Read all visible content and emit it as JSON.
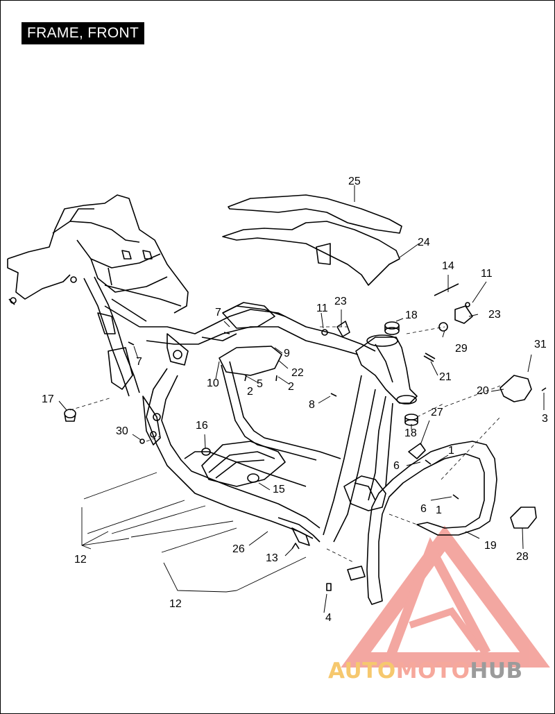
{
  "title": "FRAME, FRONT",
  "callouts": [
    "25",
    "24",
    "14",
    "11",
    "23",
    "11",
    "23",
    "18",
    "29",
    "31",
    "20",
    "3",
    "21",
    "18",
    "27",
    "1",
    "6",
    "6",
    "1",
    "19",
    "28",
    "7",
    "7",
    "9",
    "22",
    "5",
    "2",
    "2",
    "10",
    "8",
    "17",
    "30",
    "16",
    "15",
    "12",
    "12",
    "26",
    "13",
    "4"
  ],
  "watermark": {
    "part1": "AUTO",
    "part2": "MOTO",
    "part3": "HUB"
  },
  "colors": {
    "line": "#000000",
    "watermark_red": "#f08a82",
    "watermark_yellow": "#f6c86e",
    "watermark_gray": "#9b9b9b"
  }
}
